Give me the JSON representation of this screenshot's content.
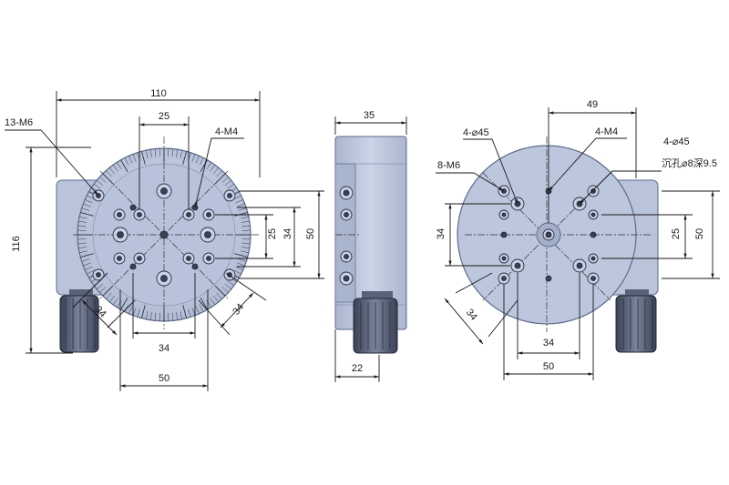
{
  "views": {
    "front": {
      "labels": {
        "width_overall": "110",
        "height_overall": "116",
        "hole_pitch_top": "25",
        "thread_callout_main": "13-M6",
        "thread_callout_small": "4-M4",
        "dim_right_25": "25",
        "dim_right_34": "34",
        "dim_right_50": "50",
        "dim_bottom_34": "34",
        "dim_bottom_50": "50",
        "dim_diag_left_34": "34",
        "dim_diag_right_34": "34"
      }
    },
    "side": {
      "labels": {
        "depth_top": "35",
        "depth_bottom": "22"
      }
    },
    "bottom": {
      "labels": {
        "offset_top": "49",
        "callout_holes_a": "4-⌀45",
        "callout_thread": "4-M4",
        "callout_holes_b": "4-⌀45",
        "callout_counterbore": "沉孔⌀8深9.5",
        "callout_m6": "8-M6",
        "dim_left_34": "34",
        "dim_right_25": "25",
        "dim_right_50": "50",
        "dim_diag_34": "34",
        "dim_bottom_34": "34",
        "dim_bottom_50": "50"
      }
    }
  },
  "colors": {
    "body": "#b9c3da",
    "outline": "#5d6a8a",
    "ink": "#1a1a1a",
    "knob": "#4a5166"
  }
}
